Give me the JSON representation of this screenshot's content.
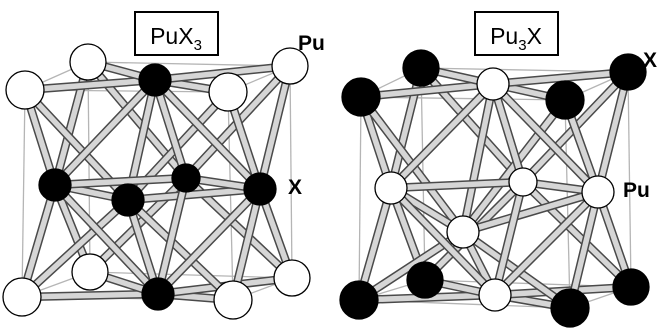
{
  "left_panel": {
    "formula": {
      "base": "PuX",
      "subscript": "3"
    },
    "label_corner": "Pu",
    "label_face": "X",
    "corner_color": "#ffffff",
    "face_color": "#000000"
  },
  "right_panel": {
    "formula": {
      "base": "Pu",
      "subscript": "3",
      "suffix": "X"
    },
    "label_corner": "X",
    "label_face": "Pu",
    "corner_color": "#000000",
    "face_color": "#ffffff"
  },
  "colors": {
    "bond_fill": "#d6d6d6",
    "bond_stroke": "#4a4a4a",
    "edge_line": "#b5b5b5",
    "atom_stroke": "#000000"
  }
}
